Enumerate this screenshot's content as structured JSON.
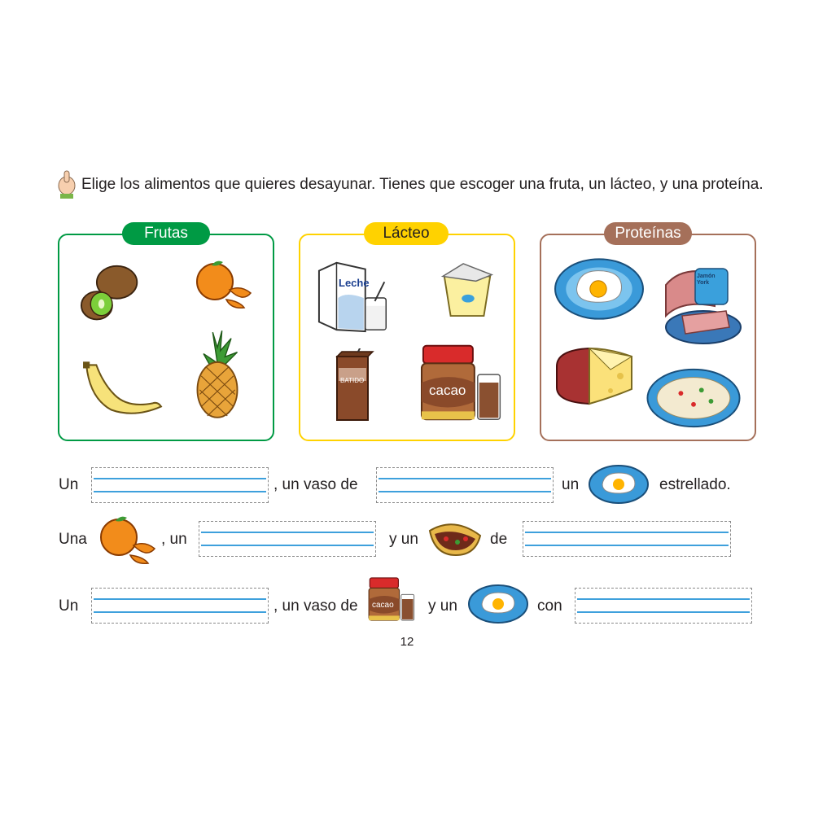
{
  "instruction": "Elige los alimentos que quieres desayunar. Tienes que escoger una fruta, un lácteo, y una proteína.",
  "panels": {
    "frutas": {
      "title": "Frutas",
      "color": "#009a44"
    },
    "lacteo": {
      "title": "Lácteo",
      "color": "#ffd200"
    },
    "proteinas": {
      "title": "Proteínas",
      "color": "#a5705a"
    }
  },
  "labels": {
    "milk_carton": "Leche",
    "batido_carton": "BATIDO",
    "cacao_jar": "cacao",
    "ham_package": "Jamón York"
  },
  "sentences": {
    "s1": {
      "w1": "Un",
      "w2": ", un vaso de",
      "w3": "un",
      "w4": "estrellado."
    },
    "s2": {
      "w1": "Una",
      "w2": ", un",
      "w3": "y un",
      "w4": "de"
    },
    "s3": {
      "w1": "Un",
      "w2": ", un vaso de",
      "w3": "y un",
      "w4": "con"
    }
  },
  "page_number": "12"
}
